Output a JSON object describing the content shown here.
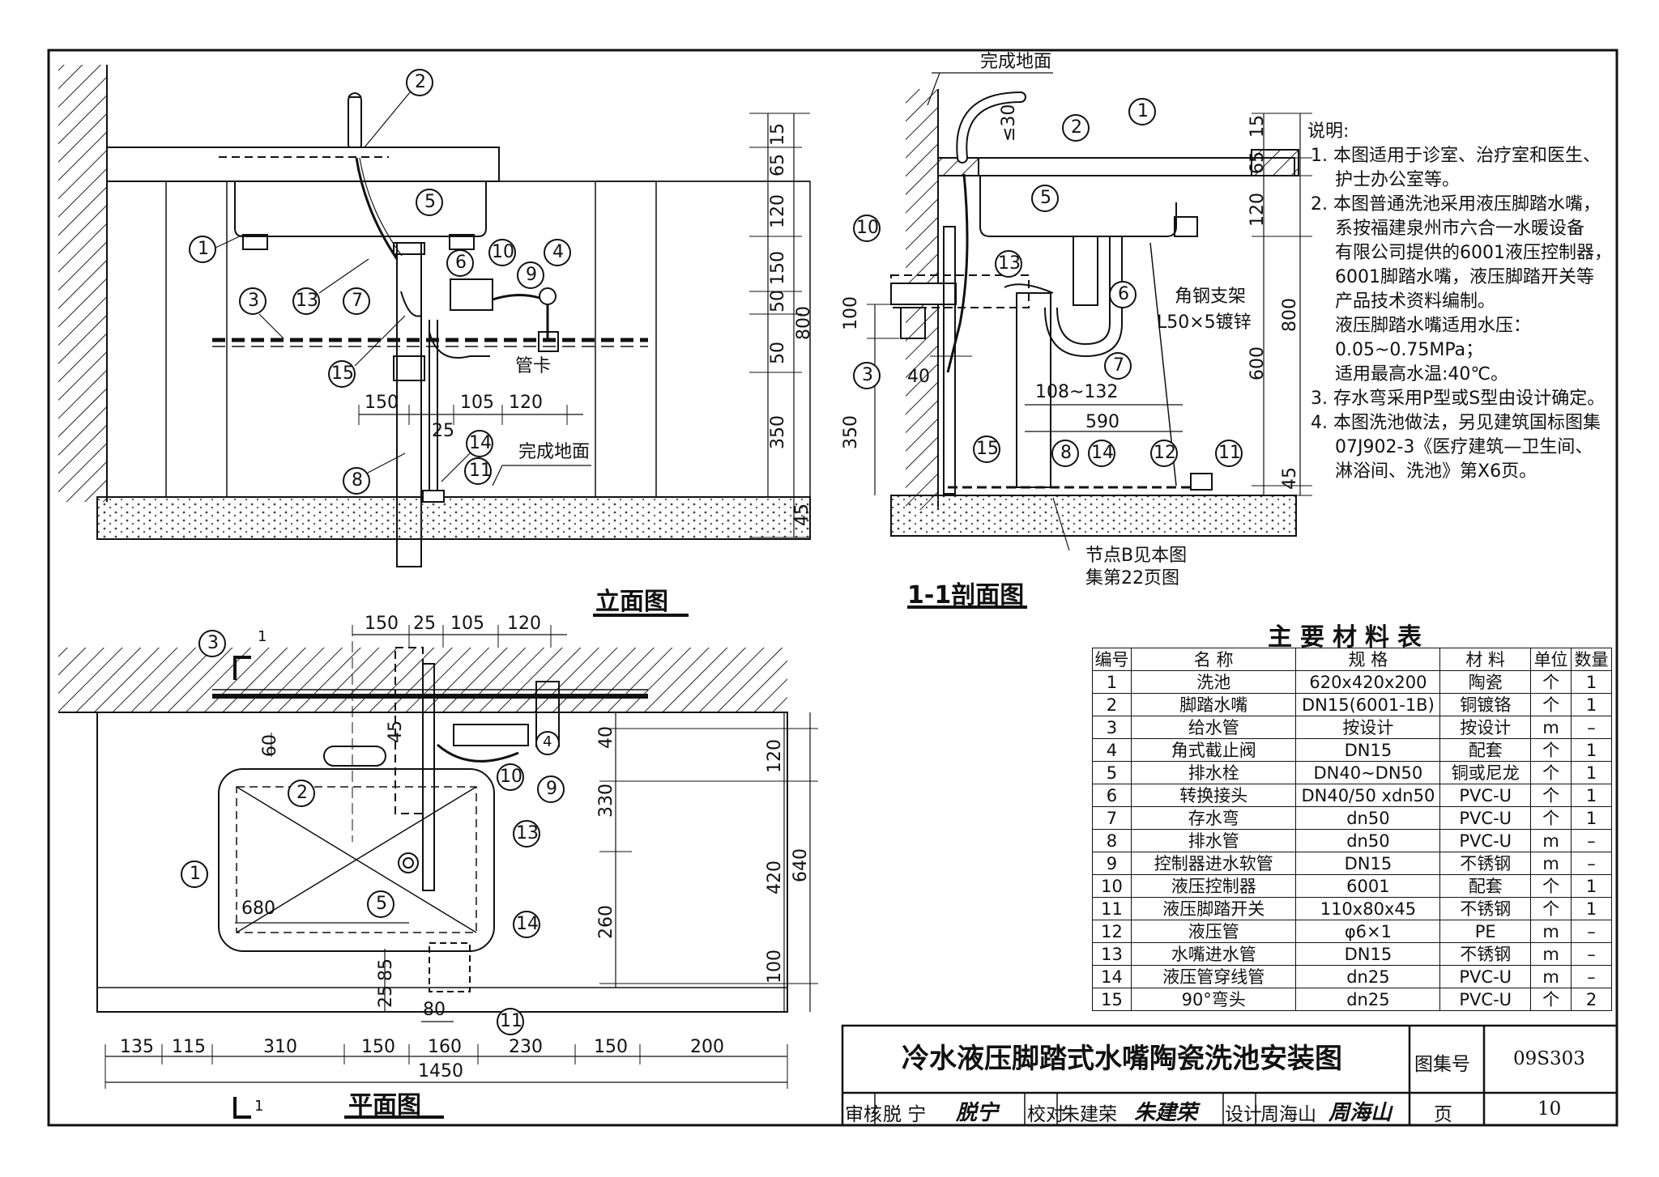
{
  "sheet": {
    "views": {
      "elevation": "立面图",
      "section": "1-1剖面图",
      "plan": "平面图"
    },
    "elevation": {
      "callouts": [
        "2",
        "1",
        "5",
        "13",
        "6",
        "10",
        "9",
        "4",
        "3",
        "7",
        "15",
        "8",
        "14",
        "11"
      ],
      "dims_h": [
        "150",
        "105",
        "120",
        "25"
      ],
      "dims_v": [
        "15",
        "65",
        "120",
        "150",
        "50",
        "800",
        "50",
        "350",
        "45"
      ],
      "labels": {
        "pipe_clamp": "管卡",
        "floor": "完成地面"
      }
    },
    "section": {
      "callouts": [
        "2",
        "1",
        "5",
        "10",
        "13",
        "6",
        "3",
        "7",
        "15",
        "8",
        "14",
        "12",
        "11"
      ],
      "dims": [
        "≤30",
        "15",
        "65",
        "120",
        "800",
        "600",
        "45",
        "100",
        "40",
        "350",
        "108~132",
        "590"
      ],
      "labels": {
        "floor": "完成地面",
        "bracket_1": "角钢支架",
        "bracket_2": "L50×5镀锌",
        "node_1": "节点B见本图",
        "node_2": "集第22页图"
      }
    },
    "plan": {
      "section_mark": "1",
      "callouts": [
        "3",
        "2",
        "10",
        "9",
        "4",
        "13",
        "1",
        "5",
        "14",
        "11"
      ],
      "dims_top": [
        "150",
        "25",
        "105",
        "120"
      ],
      "dims_left": [
        "60",
        "45",
        "85",
        "25",
        "80",
        "680"
      ],
      "dims_right": [
        "40",
        "330",
        "260",
        "120",
        "420",
        "640",
        "100"
      ],
      "dims_bottom": [
        "135",
        "115",
        "310",
        "150",
        "160",
        "230",
        "150",
        "200"
      ],
      "dim_total": "1450"
    },
    "notes": {
      "heading": "说明:",
      "lines": [
        "1. 本图适用于诊室、治疗室和医生、",
        "护士办公室等。",
        "2. 本图普通洗池采用液压脚踏水嘴，",
        "系按福建泉州市六合一水暖设备",
        "有限公司提供的6001液压控制器，",
        "6001脚踏水嘴，液压脚踏开关等",
        "产品技术资料编制。",
        "液压脚踏水嘴适用水压：",
        "0.05~0.75MPa；",
        "适用最高水温:40℃。",
        "3. 存水弯采用P型或S型由设计确定。",
        "4. 本图洗池做法，另见建筑国标图集",
        "07J902-3《医疗建筑—卫生间、",
        "淋浴间、洗池》第X6页。"
      ]
    },
    "materials": {
      "title": "主要材料表",
      "headers": [
        "编号",
        "名  称",
        "规  格",
        "材  料",
        "单位",
        "数量"
      ],
      "rows": [
        [
          "1",
          "洗池",
          "620x420x200",
          "陶瓷",
          "个",
          "1"
        ],
        [
          "2",
          "脚踏水嘴",
          "DN15(6001-1B)",
          "铜镀铬",
          "个",
          "1"
        ],
        [
          "3",
          "给水管",
          "按设计",
          "按设计",
          "m",
          "–"
        ],
        [
          "4",
          "角式截止阀",
          "DN15",
          "配套",
          "个",
          "1"
        ],
        [
          "5",
          "排水栓",
          "DN40~DN50",
          "铜或尼龙",
          "个",
          "1"
        ],
        [
          "6",
          "转换接头",
          "DN40/50 xdn50",
          "PVC-U",
          "个",
          "1"
        ],
        [
          "7",
          "存水弯",
          "dn50",
          "PVC-U",
          "个",
          "1"
        ],
        [
          "8",
          "排水管",
          "dn50",
          "PVC-U",
          "m",
          "–"
        ],
        [
          "9",
          "控制器进水软管",
          "DN15",
          "不锈钢",
          "m",
          "–"
        ],
        [
          "10",
          "液压控制器",
          "6001",
          "配套",
          "个",
          "1"
        ],
        [
          "11",
          "液压脚踏开关",
          "110x80x45",
          "不锈钢",
          "个",
          "1"
        ],
        [
          "12",
          "液压管",
          "φ6×1",
          "PE",
          "m",
          "–"
        ],
        [
          "13",
          "水嘴进水管",
          "DN15",
          "不锈钢",
          "m",
          "–"
        ],
        [
          "14",
          "液压管穿线管",
          "dn25",
          "PVC-U",
          "m",
          "–"
        ],
        [
          "15",
          "90°弯头",
          "dn25",
          "PVC-U",
          "个",
          "2"
        ]
      ]
    },
    "title_block": {
      "title": "冷水液压脚踏式水嘴陶瓷洗池安装图",
      "atlas_label": "图集号",
      "atlas_no": "09S303",
      "review_label": "审核",
      "reviewer": "脱 宁",
      "reviewer_sig": "脱宁",
      "check_label": "校对",
      "checker": "朱建荣",
      "checker_sig": "朱建荣",
      "design_label": "设计",
      "designer": "周海山",
      "designer_sig": "周海山",
      "page_label": "页",
      "page_no": "10"
    }
  }
}
